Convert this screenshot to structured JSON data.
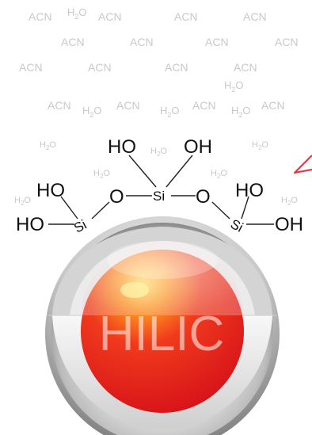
{
  "solvent_labels": {
    "acn": "ACN",
    "water": "H",
    "water_sub": "2",
    "water_tail": "O"
  },
  "silanol": {
    "hydroxyl": "HO",
    "hydroxyl_right": "OH",
    "oxygen": "O",
    "silicon": "Si"
  },
  "particle": {
    "label": "HILIC",
    "core_color": "#e8191c",
    "shell_color": "#bfbfbf",
    "accent_color": "#e63946"
  }
}
